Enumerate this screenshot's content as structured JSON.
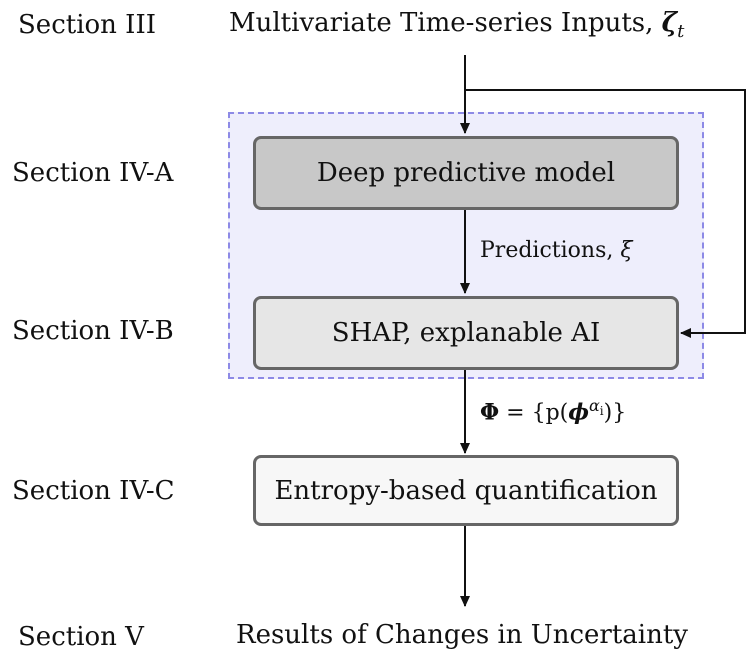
{
  "sections": {
    "s3": "Section III",
    "s4a": "Section IV-A",
    "s4b": "Section IV-B",
    "s4c": "Section IV-C",
    "s5": "Section V"
  },
  "nodes": {
    "input": "Multivariate Time-series Inputs, ",
    "input_symbol": "ζ",
    "input_sub": "t",
    "model": "Deep predictive model",
    "shap": "SHAP, explanable AI",
    "entropy": "Entropy-based quantification",
    "output": "Results of Changes in Uncertainty"
  },
  "edges": {
    "predictions": "Predictions, ",
    "predictions_symbol": "ξ",
    "phi_a": "Φ",
    "phi_b": " = {p(",
    "phi_c": "ϕ",
    "phi_sup": "α",
    "phi_sup_sub": "i",
    "phi_d": ")}"
  },
  "colors": {
    "group_fill": "#eeeefc",
    "group_border": "#8d8ae6",
    "model_fill": "#c8c8c8",
    "shap_fill": "#e6e6e6",
    "entropy_fill": "#f7f7f7",
    "border": "#666666"
  }
}
